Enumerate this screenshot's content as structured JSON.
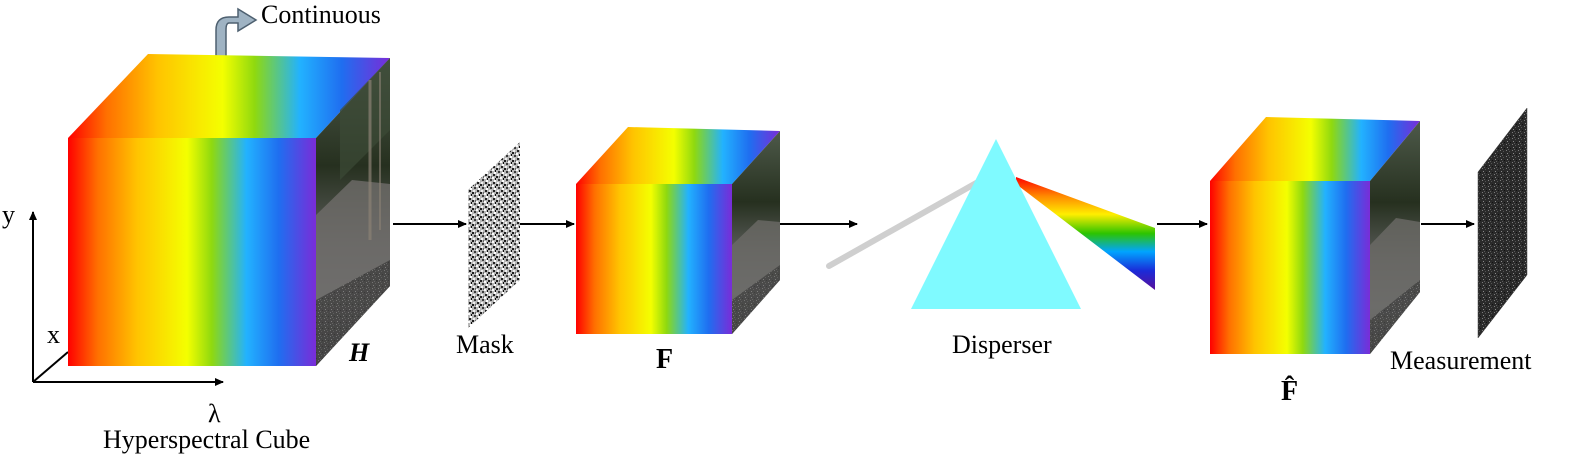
{
  "labels": {
    "continuous": "Continuous",
    "axis_y": "y",
    "axis_x": "x",
    "axis_lambda": "λ",
    "hyperspectral_cube": "Hyperspectral Cube",
    "cube_h": "H",
    "mask": "Mask",
    "cube_f": "F",
    "disperser": "Disperser",
    "cube_f_hat": "F̂",
    "measurement": "Measurement"
  },
  "colors": {
    "spectrum": [
      "#ff0000",
      "#ff7a00",
      "#ffd000",
      "#f6ff00",
      "#9fe000",
      "#23b5ff",
      "#1e7bff",
      "#7a2cd8"
    ],
    "prism": "#7ffaff",
    "light_beam": "#cfcfcf",
    "arrow": "#000000",
    "continuous_arrow": "#9fb3c3"
  }
}
